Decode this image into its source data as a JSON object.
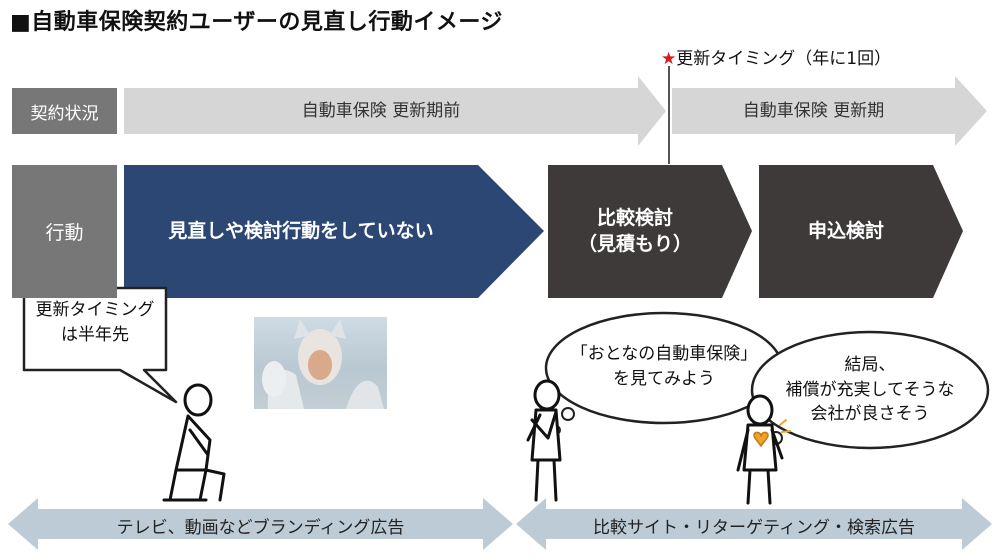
{
  "title": "■自動車保険契約ユーザーの見直し行動イメージ",
  "renewal_timing": {
    "star": "★",
    "text": "更新タイミング（年に1回）"
  },
  "rows": {
    "contract": {
      "label": "契約状況",
      "before": "自動車保険 更新期前",
      "period": "自動車保険 更新期"
    },
    "action": {
      "label": "行動",
      "stages": [
        {
          "text": "見直しや検討行動をしていない"
        },
        {
          "line1": "比較検討",
          "line2": "（見積もり）"
        },
        {
          "text": "申込検討"
        }
      ]
    }
  },
  "speech": {
    "sitting": {
      "line1": "更新タイミング",
      "line2": "は半年先"
    },
    "thinking": {
      "line1": "「おとなの自動車保険」",
      "line2": "を見てみよう"
    },
    "decided": {
      "line1": "結局、",
      "line2": "補償が充実してそうな",
      "line3": "会社が良さそう"
    }
  },
  "channels": [
    {
      "text": "テレビ、動画などブランディング広告"
    },
    {
      "text": "比較サイト・リターゲティング・検索広告"
    }
  ],
  "colors": {
    "navy": "#2c4774",
    "dark": "#3d3a39",
    "gray_label": "#777777",
    "light_gray": "#d6d6d6",
    "blue_gray": "#bccbd6",
    "star_red": "#d51b1b",
    "heart": "#f0a22a"
  },
  "icons": [
    "sitting-person-icon",
    "thinking-person-icon",
    "heart-person-icon",
    "star-icon"
  ]
}
